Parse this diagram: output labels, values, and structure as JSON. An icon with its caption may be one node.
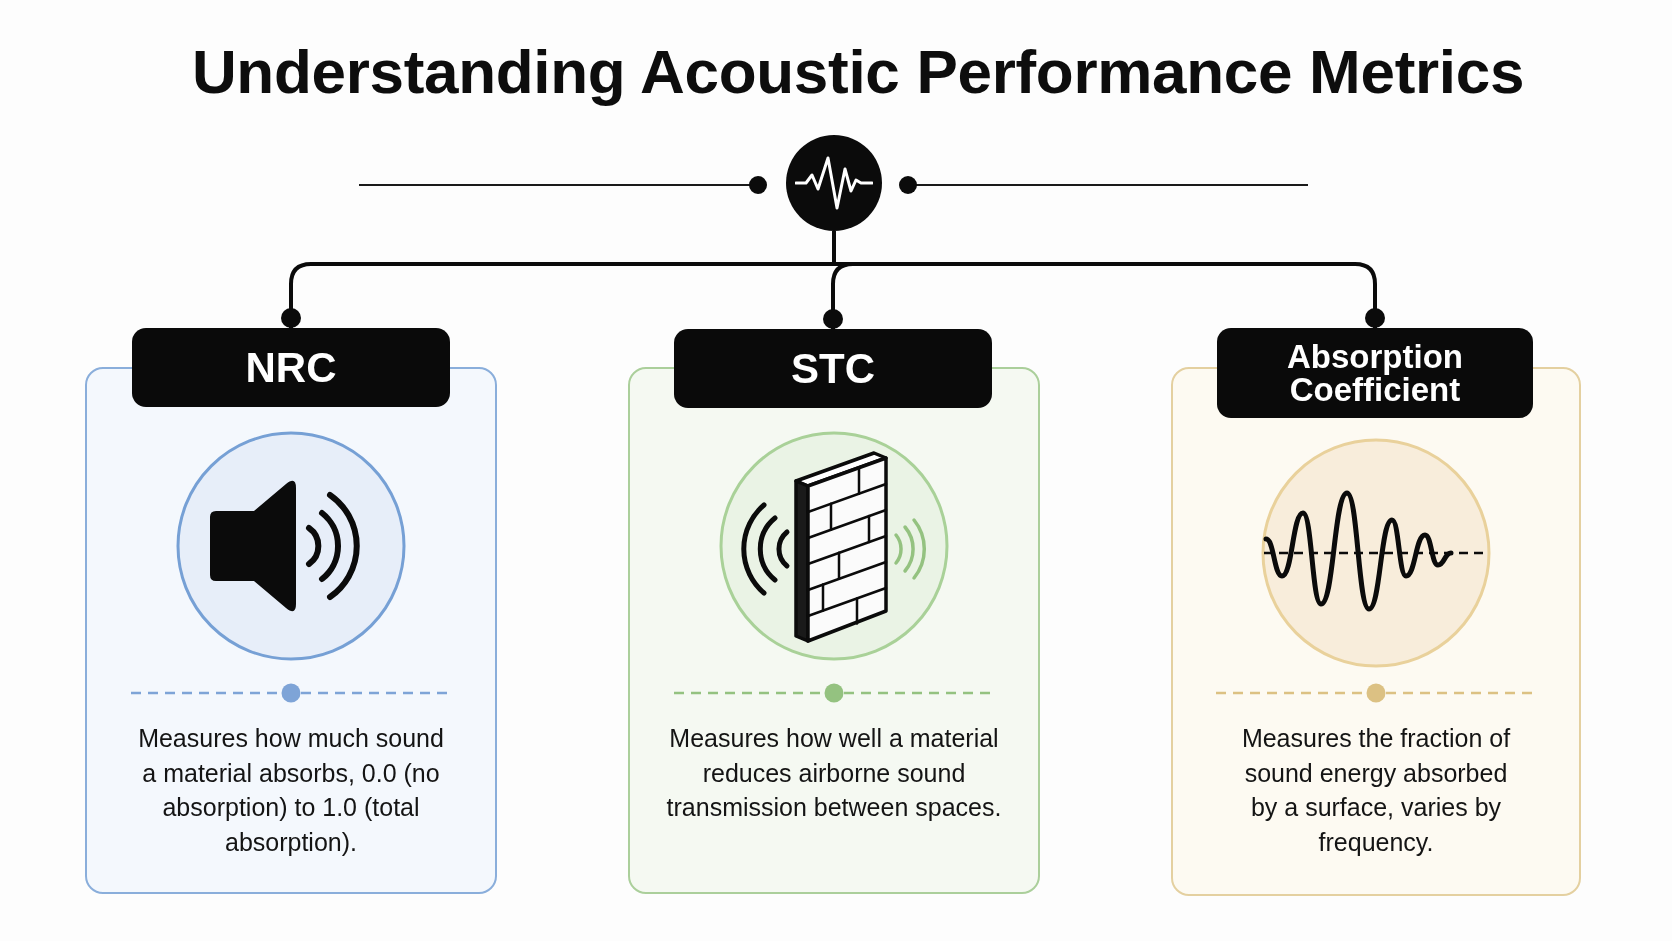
{
  "diagram": {
    "title": "Understanding Acoustic Performance Metrics",
    "nodes": [
      {
        "text": [],
        "shape": "circle"
      },
      {
        "text": [
          "NRC"
        ]
      },
      {
        "text": [
          "Measures how much sound a material absorbs, 0.0 (no absorption) to 1.0 (total absorption)."
        ]
      },
      {
        "text": [
          "STC"
        ]
      },
      {
        "text": [
          "Measures how well a material reduces airborne sound transmission between spaces."
        ]
      },
      {
        "text": [
          "Absorption Coefficient"
        ]
      },
      {
        "text": [
          "Measures the fraction of sound energy absorbed by a surface, varies by frequency."
        ]
      }
    ],
    "edges": [
      {
        "from": 0,
        "to": 1,
        "arrow": "other"
      },
      {
        "from": 0,
        "to": 3,
        "arrow": "other"
      },
      {
        "from": 0,
        "to": 5,
        "arrow": "other"
      }
    ]
  }
}
